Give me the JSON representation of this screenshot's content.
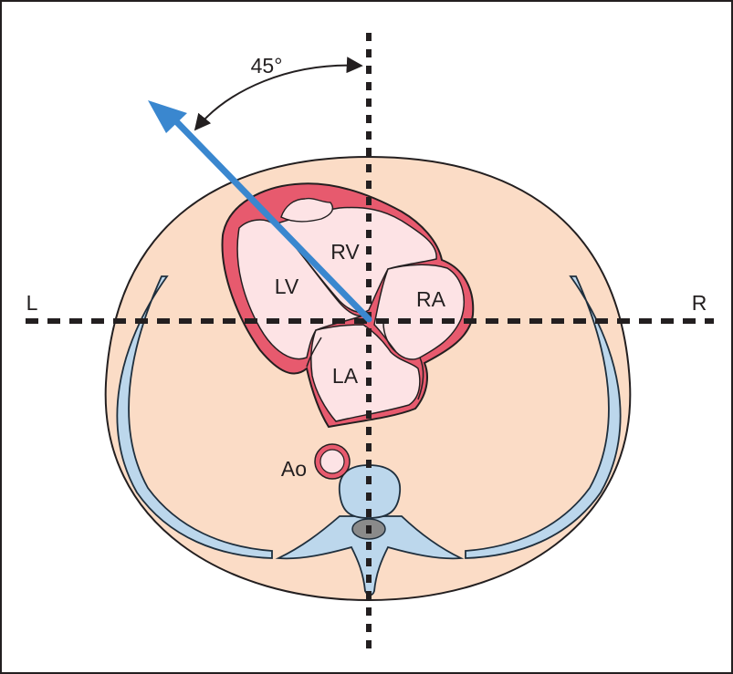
{
  "angle_label": "45°",
  "axis_labels": {
    "left": "L",
    "right": "R"
  },
  "chamber_labels": {
    "rv": "RV",
    "lv": "LV",
    "ra": "RA",
    "la": "LA"
  },
  "structure_labels": {
    "aorta": "Ao"
  },
  "colors": {
    "body": "#fbdcc6",
    "myocardium": "#e75a6e",
    "chamber": "#fde3e5",
    "bone": "#bcd7ec",
    "bone_outline": "#1f2f3d",
    "spinal_canal": "#8a8a8a",
    "beam": "#3a87cf",
    "outline": "#231f20"
  }
}
